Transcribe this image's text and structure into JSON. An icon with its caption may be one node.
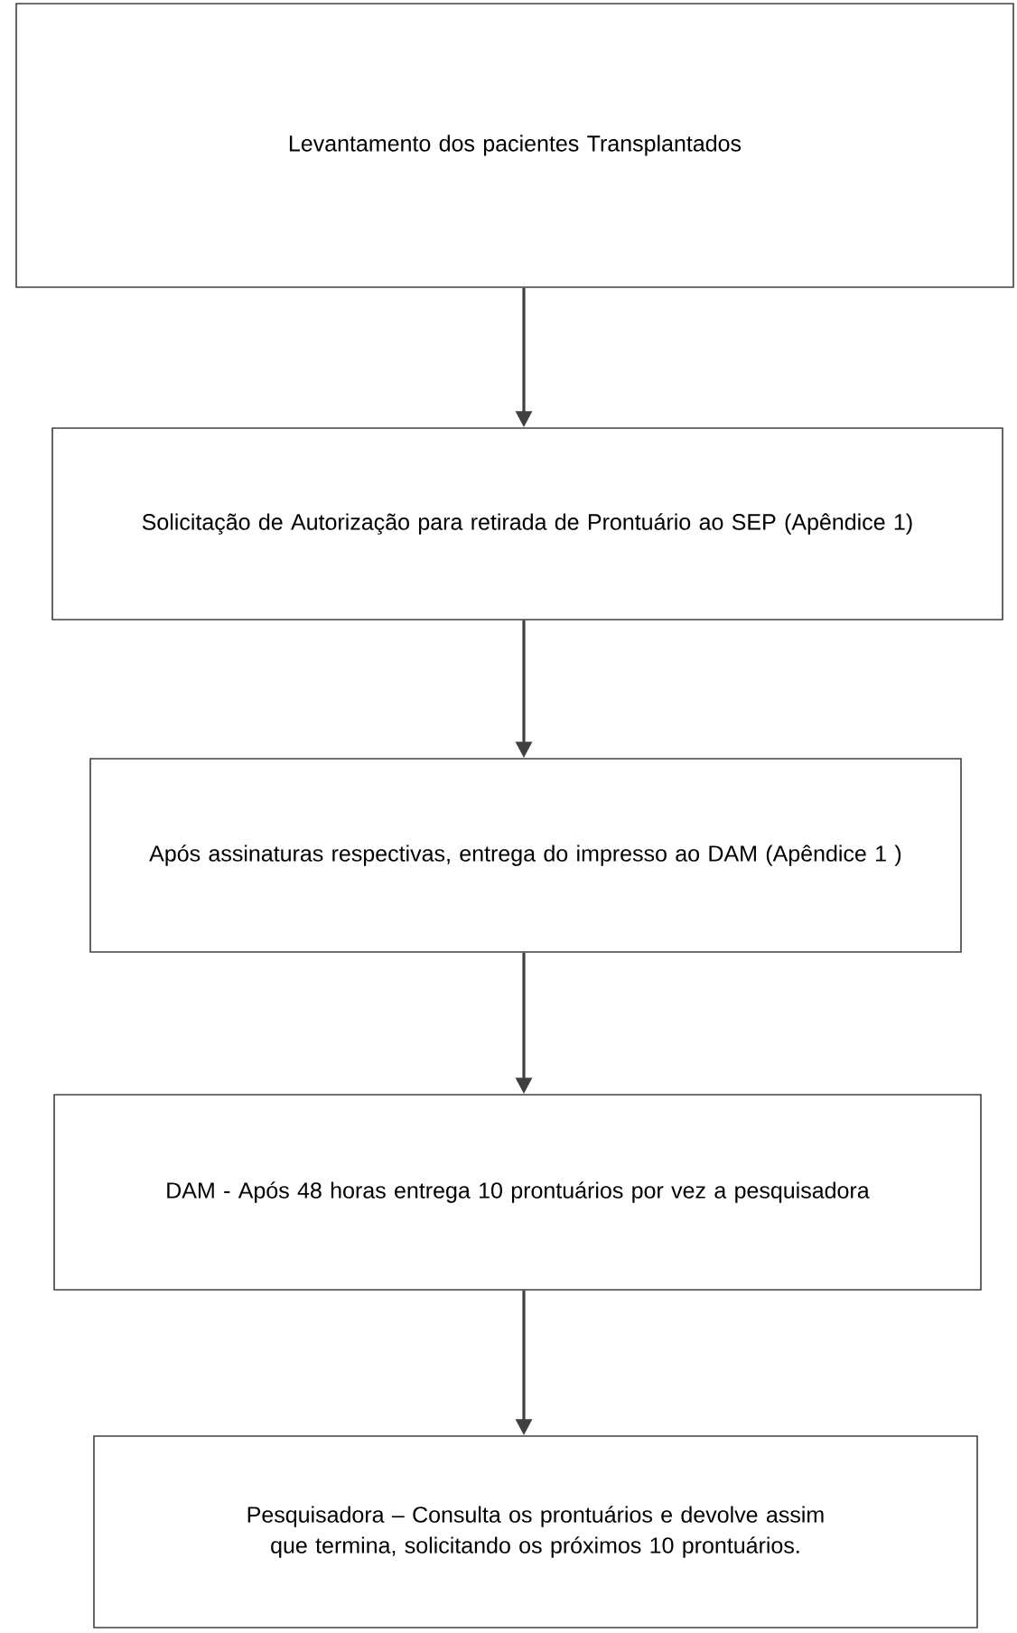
{
  "diagram": {
    "nodes": [
      {
        "text": [
          "Levantamento dos pacientes Transplantados"
        ]
      },
      {
        "text": [
          "Solicitação de Autorização para retirada de Prontuário ao SEP (Apêndice 1)"
        ]
      },
      {
        "text": [
          "Após assinaturas respectivas, entrega do impresso ao DAM (Apêndice 1 )"
        ]
      },
      {
        "text": [
          "DAM - Após 48 horas entrega 10 prontuários por vez a pesquisadora"
        ]
      },
      {
        "text": [
          "Pesquisadora – Consulta os prontuários e devolve assim que termina, solicitando os próximos 10 prontuários."
        ]
      }
    ],
    "edges": [
      {
        "from": 0,
        "to": 1,
        "arrow": "to"
      },
      {
        "from": 1,
        "to": 2,
        "arrow": "to"
      },
      {
        "from": 2,
        "to": 3,
        "arrow": "to"
      },
      {
        "from": 3,
        "to": 4,
        "arrow": "to"
      }
    ]
  }
}
